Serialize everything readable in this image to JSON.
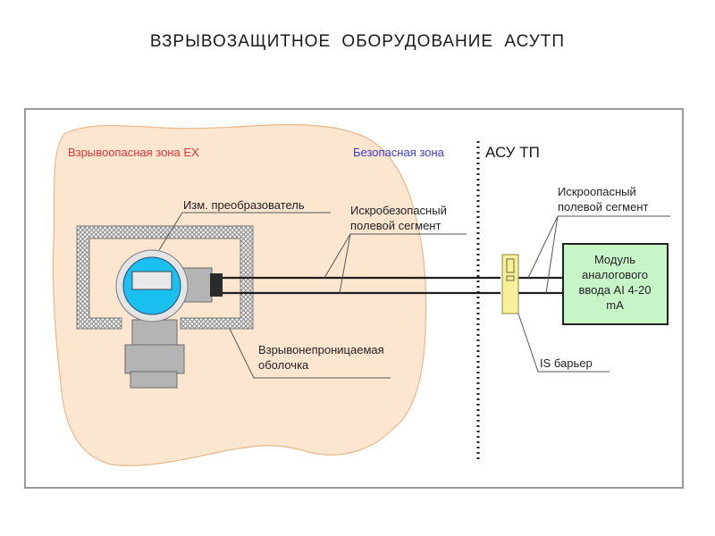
{
  "title": "ВЗРЫВОЗАЩИТНОЕ  ОБОРУДОВАНИЕ  АСУТП",
  "colors": {
    "hazard_zone_fill": "#fde6cf",
    "hazard_zone_stroke": "#e8b88a",
    "hazard_zone_label": "#e0353a",
    "safe_zone_label": "#3a3ad0",
    "transmitter_face": "#19c0f0",
    "barrier_fill": "#f7f09a",
    "module_fill": "#c8f5c8",
    "device_gray": "#b4b4b4"
  },
  "zones": {
    "hazard_label": "Взрывоопасная зона EX",
    "safe_label": "Безопасная зона",
    "control_label": "АСУ ТП"
  },
  "labels": {
    "transmitter": "Изм. преобразователь",
    "intrinsically_safe_segment": [
      "Искробезопасный",
      "полевой сегмент"
    ],
    "spark_hazard_segment": [
      "Искроопасный",
      "полевой сегмент"
    ],
    "flameproof_enclosure": [
      "Взрывонепроницаемая",
      "оболочка"
    ],
    "is_barrier": "IS барьер",
    "module": [
      "Модуль",
      "аналогового",
      "ввода AI 4-20",
      "mA"
    ]
  }
}
